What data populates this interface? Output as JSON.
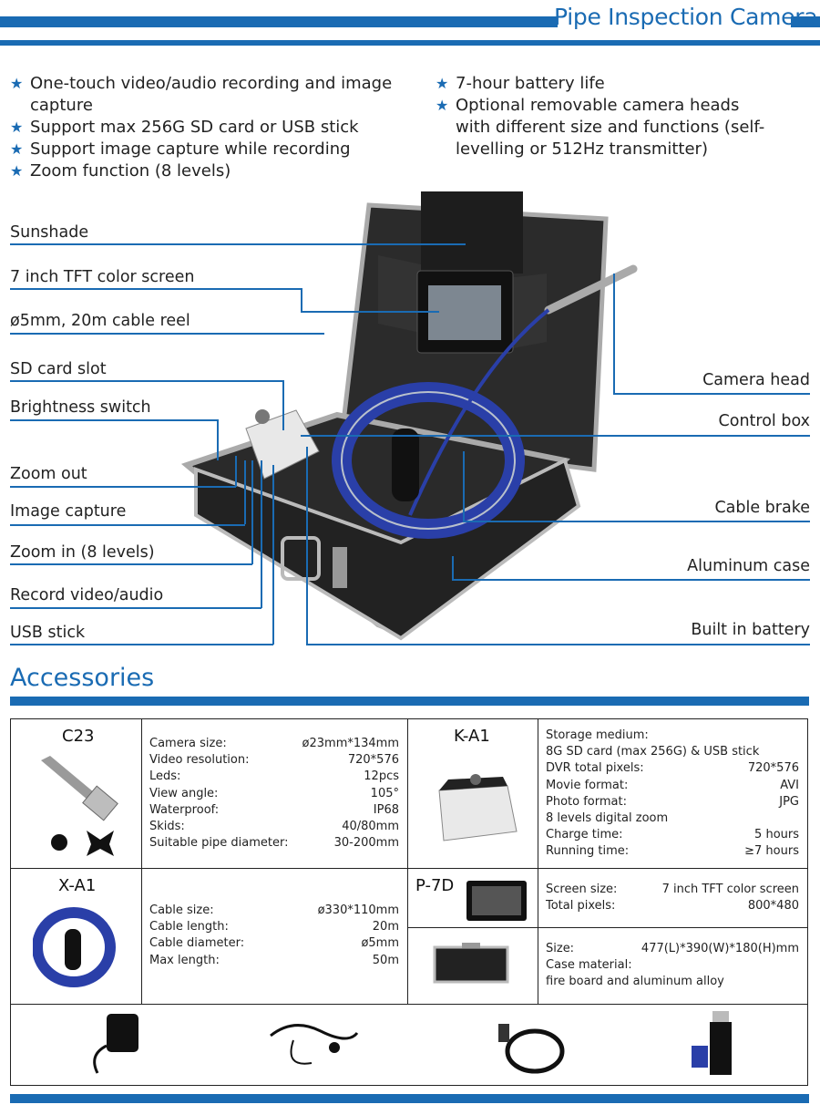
{
  "header": {
    "title": "Pipe Inspection Camera"
  },
  "features_left": [
    "One-touch video/audio recording and image capture",
    "Support max 256G SD card or USB stick",
    "Support image capture while recording",
    "Zoom function (8 levels)"
  ],
  "features_right": [
    "7-hour battery life",
    "Optional removable camera heads with different size and functions (self-levelling or 512Hz transmitter)"
  ],
  "callouts_left": [
    "Sunshade",
    "7 inch TFT color screen",
    "ø5mm, 20m cable reel",
    "SD card slot",
    "Brightness switch",
    "Zoom out",
    "Image capture",
    "Zoom in (8 levels)",
    "Record video/audio",
    "USB stick"
  ],
  "callouts_right": [
    "Camera head",
    "Control box",
    "Cable brake",
    "Aluminum case",
    "Built in battery"
  ],
  "accessories": {
    "title": "Accessories",
    "c23": {
      "name": "C23",
      "specs": [
        [
          "Camera size:",
          "ø23mm*134mm"
        ],
        [
          "Video resolution:",
          "720*576"
        ],
        [
          "Leds:",
          "12pcs"
        ],
        [
          "View angle:",
          "105°"
        ],
        [
          "Waterproof:",
          "IP68"
        ],
        [
          "Skids:",
          "40/80mm"
        ],
        [
          "Suitable pipe diameter:",
          "30-200mm"
        ]
      ]
    },
    "ka1": {
      "name": "K-A1",
      "specs": [
        [
          "Storage medium:",
          ""
        ],
        [
          "8G SD card (max 256G) & USB stick",
          ""
        ],
        [
          "DVR total pixels:",
          "720*576"
        ],
        [
          "Movie format:",
          "AVI"
        ],
        [
          "Photo format:",
          "JPG"
        ],
        [
          "8 levels digital zoom",
          ""
        ],
        [
          "Charge time:",
          "5 hours"
        ],
        [
          "Running time:",
          "≥7 hours"
        ]
      ]
    },
    "xa1": {
      "name": "X-A1",
      "specs": [
        [
          "Cable size:",
          "ø330*110mm"
        ],
        [
          "Cable length:",
          "20m"
        ],
        [
          "Cable diameter:",
          "ø5mm"
        ],
        [
          "Max length:",
          "50m"
        ]
      ]
    },
    "p7d": {
      "name": "P-7D",
      "specs": [
        [
          "Screen size:",
          "7 inch TFT color screen"
        ],
        [
          "Total pixels:",
          "800*480"
        ]
      ]
    },
    "case": {
      "specs": [
        [
          "Size:",
          "477(L)*390(W)*180(H)mm"
        ],
        [
          "Case material:",
          ""
        ],
        [
          "fire board and aluminum alloy",
          ""
        ]
      ]
    }
  },
  "colors": {
    "accent": "#1a6bb3"
  }
}
